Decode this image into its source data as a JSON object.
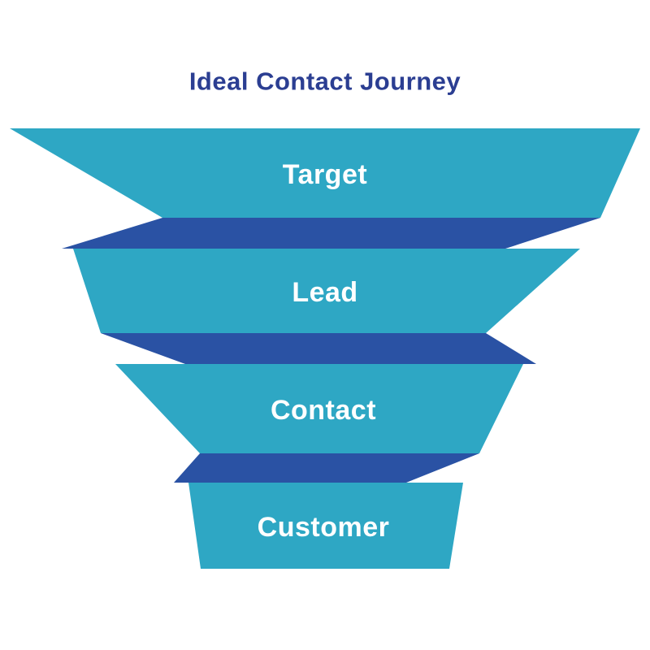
{
  "title": "Ideal Contact Journey",
  "funnel": {
    "stages": [
      {
        "label": "Target"
      },
      {
        "label": "Lead"
      },
      {
        "label": "Contact"
      },
      {
        "label": "Customer"
      }
    ]
  },
  "colors": {
    "segment": "#2EA7C4",
    "band": "#2A52A4",
    "title_text": "#2B3E92",
    "label_text": "#FFFFFF",
    "background": "#FFFFFF"
  }
}
